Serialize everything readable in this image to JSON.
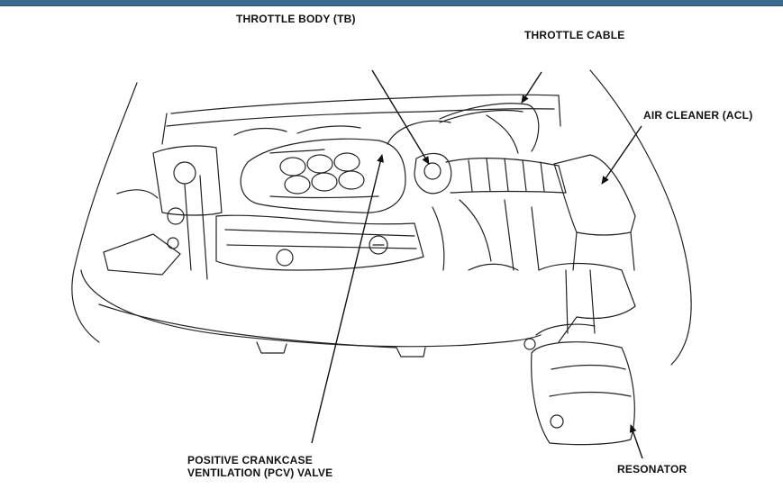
{
  "labels": {
    "throttle_body": "THROTTLE BODY (TB)",
    "throttle_cable": "THROTTLE CABLE",
    "air_cleaner": "AIR CLEANER (ACL)",
    "pcv_line1": "POSITIVE CRANKCASE",
    "pcv_line2": "VENTILATION (PCV) VALVE",
    "resonator": "RESONATOR"
  },
  "colors": {
    "header_bar": "#3d6b8f",
    "ink": "#111111"
  }
}
